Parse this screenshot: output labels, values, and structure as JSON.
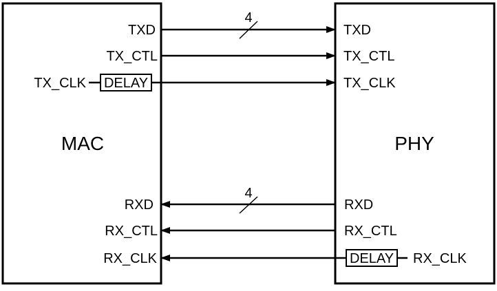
{
  "diagram": {
    "blocks": {
      "mac": {
        "label": "MAC"
      },
      "phy": {
        "label": "PHY"
      }
    },
    "tx_signals": [
      {
        "mac_label": "TXD",
        "phy_label": "TXD",
        "direction": "mac-to-phy",
        "bus_width": "4"
      },
      {
        "mac_label": "TX_CTL",
        "phy_label": "TX_CTL",
        "direction": "mac-to-phy"
      },
      {
        "mac_label": "TX_CLK",
        "phy_label": "TX_CLK",
        "direction": "mac-to-phy",
        "delay_label": "DELAY"
      }
    ],
    "rx_signals": [
      {
        "mac_label": "RXD",
        "phy_label": "RXD",
        "direction": "phy-to-mac",
        "bus_width": "4"
      },
      {
        "mac_label": "RX_CTL",
        "phy_label": "RX_CTL",
        "direction": "phy-to-mac"
      },
      {
        "mac_label": "RX_CLK",
        "phy_label": "RX_CLK",
        "direction": "phy-to-mac",
        "delay_label": "DELAY"
      }
    ]
  }
}
